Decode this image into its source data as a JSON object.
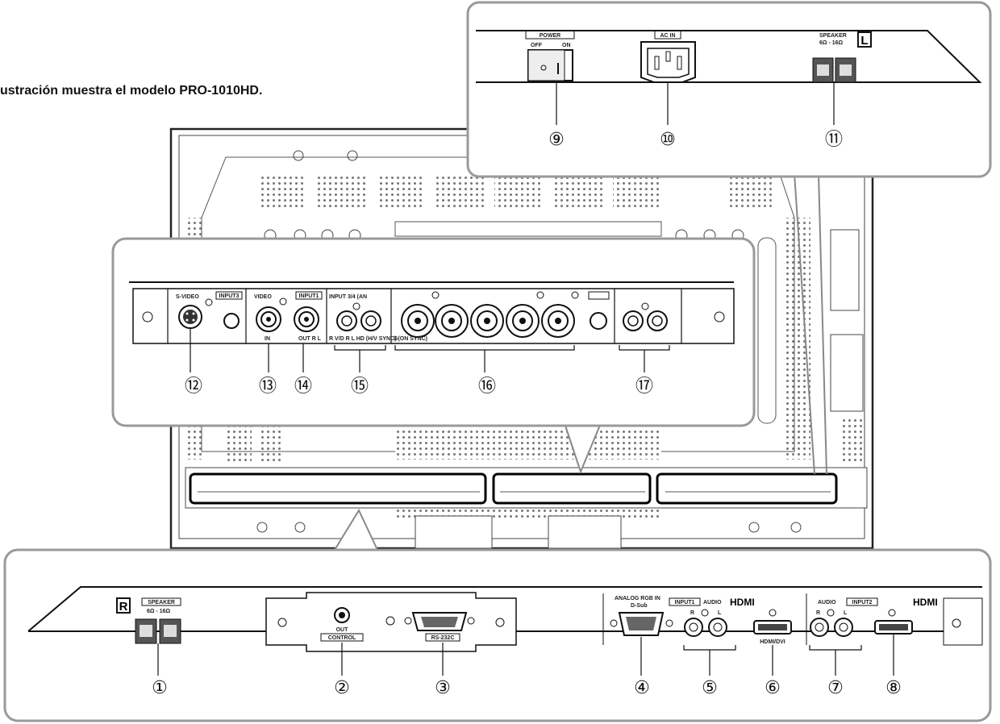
{
  "caption": "ustración muestra el modelo PRO-1010HD.",
  "callouts": [
    "①",
    "②",
    "③",
    "④",
    "⑤",
    "⑥",
    "⑦",
    "⑧",
    "⑨",
    "⑩",
    "⑪",
    "⑫",
    "⑬",
    "⑭",
    "⑮",
    "⑯",
    "⑰"
  ],
  "top_panel": {
    "power": "POWER",
    "off": "OFF",
    "on": "ON",
    "ac_in": "AC IN",
    "speaker": "SPEAKER",
    "speaker_imp": "6Ω - 16Ω",
    "side": "L"
  },
  "middle_panel": {
    "s_video": "S-VIDEO",
    "input3": "INPUT3",
    "video": "VIDEO",
    "input1": "INPUT1",
    "in": "IN",
    "out_rl": "OUT R L",
    "input4_analog": "INPUT 3/4 (AN",
    "rgb_sync": "R  V/D  R  L HD  (H/V SYNC)",
    "gon_sync": "G(ON SYNC)"
  },
  "bottom_panel": {
    "side": "R",
    "speaker": "SPEAKER",
    "speaker_imp": "6Ω - 16Ω",
    "out": "OUT",
    "control": "CONTROL",
    "rs232c": "RS-232C",
    "analog_rgb_in": "ANALOG RGB IN",
    "dsub": "D-Sub",
    "input1": "INPUT1",
    "audio": "AUDIO",
    "r": "R",
    "l": "L",
    "hdmi": "HDMI",
    "hdmi_dvi": "HDMI/DVI",
    "input2": "INPUT2"
  }
}
